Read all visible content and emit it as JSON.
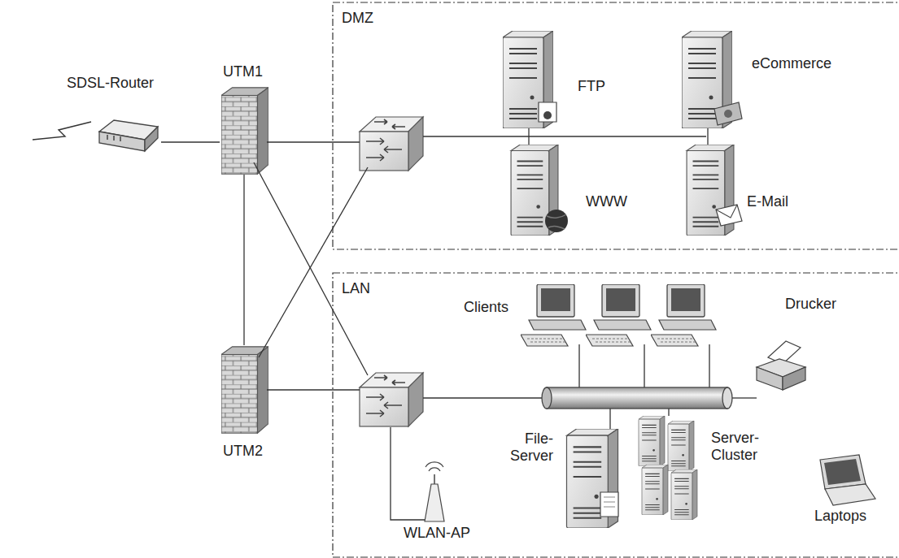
{
  "diagram": {
    "nodes": [
      {
        "text": [
          "SDSL-Router"
        ]
      },
      {
        "text": [
          "UTM1"
        ]
      },
      {
        "text": [
          "DMZ"
        ]
      },
      {
        "text": [
          "FTP"
        ],
        "in": 2
      },
      {
        "text": [
          "eCommerce"
        ],
        "in": 2
      },
      {
        "text": [
          "WWW"
        ],
        "in": 2
      },
      {
        "text": [
          "E-Mail"
        ],
        "in": 2
      },
      {
        "text": [
          "LAN"
        ]
      },
      {
        "text": [
          "Clients"
        ],
        "in": 7
      },
      {
        "text": [
          "Drucker"
        ],
        "in": 7
      },
      {
        "text": [
          "File- Server"
        ],
        "in": 7
      },
      {
        "text": [
          "Server- Cluster"
        ],
        "in": 7
      },
      {
        "text": [
          "Laptops"
        ],
        "in": 7
      },
      {
        "text": [
          "UTM2"
        ]
      },
      {
        "text": [
          "WLAN-AP"
        ],
        "in": 7
      }
    ],
    "edges": [
      {
        "from": 0,
        "to": 1,
        "arrow": "none"
      },
      {
        "from": 1,
        "to": 13,
        "arrow": "none"
      },
      {
        "from": 3,
        "to": 5,
        "arrow": "none"
      },
      {
        "from": 4,
        "to": 6,
        "arrow": "none"
      }
    ]
  }
}
